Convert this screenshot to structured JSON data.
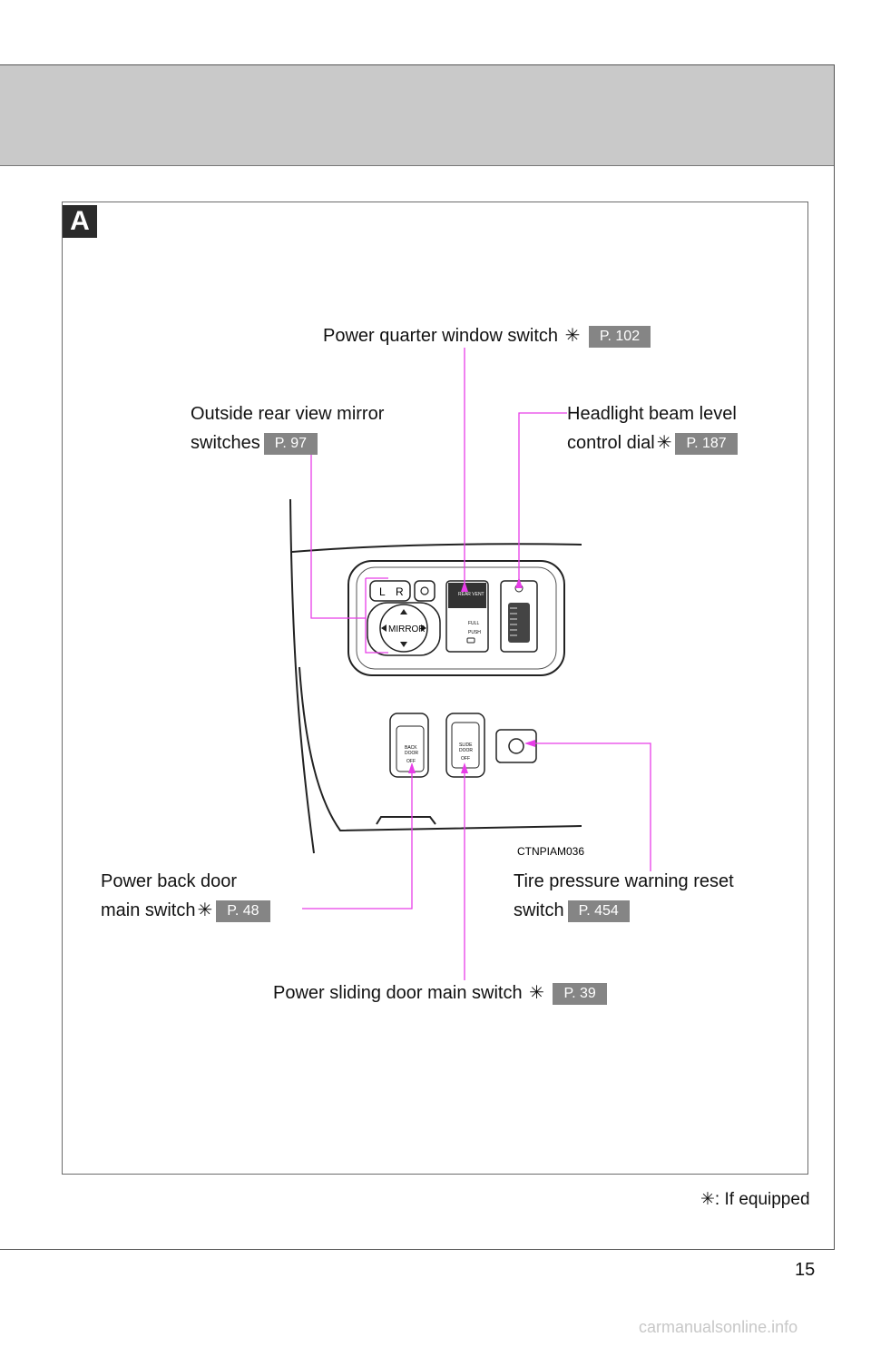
{
  "section": {
    "letter": "A"
  },
  "callouts": {
    "quarter_window": {
      "text": "Power quarter window switch",
      "star": "✳",
      "page": "P. 102"
    },
    "mirror": {
      "line1": "Outside rear view mirror",
      "line2": "switches",
      "page": "P. 97"
    },
    "headlight": {
      "line1": "Headlight beam level",
      "line2": "control dial",
      "star": "✳",
      "page": "P. 187"
    },
    "back_door": {
      "line1": "Power back door",
      "line2": "main switch",
      "star": "✳",
      "page": "P. 48"
    },
    "tire": {
      "line1": "Tire pressure warning reset",
      "line2": "switch",
      "page": "P. 454"
    },
    "sliding_door": {
      "text": "Power sliding door main switch",
      "star": "✳",
      "page": "P. 39"
    }
  },
  "illustration": {
    "code": "CTNPIAM036",
    "mirror_label": "MIRROR",
    "mirror_sel_l": "L",
    "mirror_sel_r": "R",
    "rear_vent": "REAR VENT",
    "rear_vent_full": "FULL",
    "rear_vent_push": "PUSH",
    "back_door_1": "BACK",
    "back_door_2": "DOOR",
    "back_door_3": "OFF",
    "slide_door_1": "SLIDE",
    "slide_door_2": "DOOR",
    "slide_door_3": "OFF"
  },
  "footnote": {
    "star": "✳",
    "text": ": If equipped"
  },
  "page_number": "15",
  "watermark": "carmanualsonline.info",
  "colors": {
    "callout_line": "#e83ee8",
    "page_ref_bg": "#858585",
    "header_band": "#c9c9c9"
  }
}
